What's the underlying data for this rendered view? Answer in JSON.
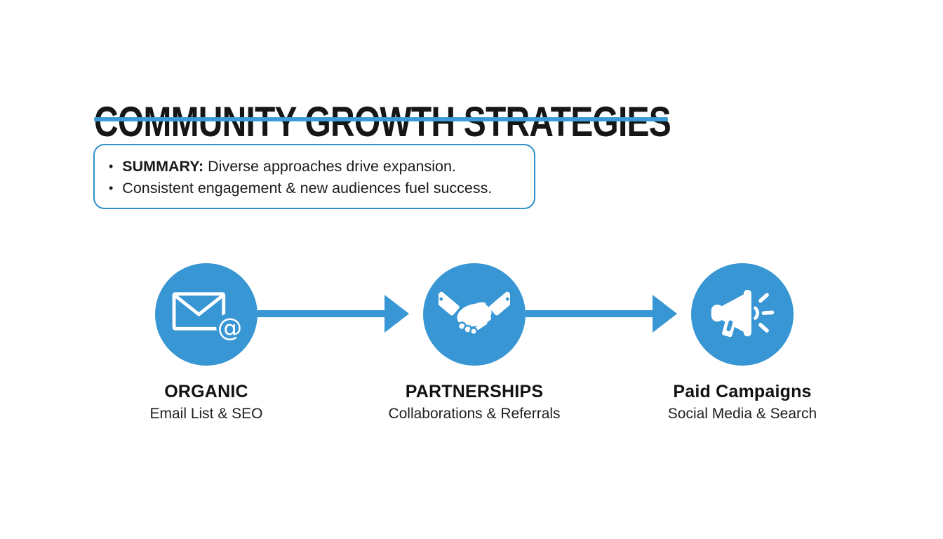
{
  "title": {
    "text": "COMMUNITY GROWTH STRATEGIES"
  },
  "summary": {
    "lines": [
      {
        "bullet": "•",
        "label": "SUMMARY:",
        "text": "Diverse approaches drive expansion."
      },
      {
        "bullet": "•",
        "label": "",
        "text": "Consistent engagement & new audiences fuel success."
      }
    ]
  },
  "steps": [
    {
      "icon": "email-at-icon",
      "title": "ORGANIC",
      "subtitle": "Email List & SEO"
    },
    {
      "icon": "handshake-icon",
      "title": "PARTNERSHIPS",
      "subtitle": "Collaborations & Referrals"
    },
    {
      "icon": "megaphone-icon",
      "title": "Paid Campaigns",
      "subtitle": "Social Media & Search"
    }
  ],
  "colors": {
    "accent": "#3796d3",
    "underline": "#3b9ad8",
    "box_border": "#2f92c8",
    "text": "#161616",
    "bg": "#ffffff"
  }
}
